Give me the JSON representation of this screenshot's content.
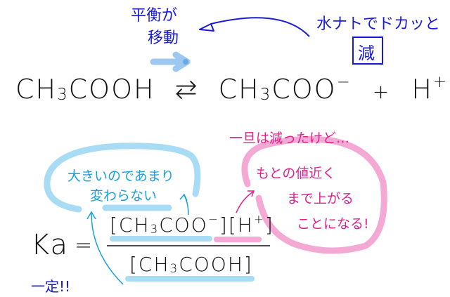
{
  "colors": {
    "ink_black": "#111111",
    "ink_blue": "#1a1ad6",
    "ink_cyan": "#1aa0dc",
    "ink_pink": "#e0208c",
    "highlight_light_blue": "#a8dcf5",
    "highlight_pink": "#f4a8d4",
    "arrow_light_blue": "#9cc8f2"
  },
  "top_notes": {
    "shift_label_line1": "平衡が",
    "shift_label_line2": "移動",
    "naoh_note": "水ナトでドカッと",
    "decrease_boxed": "減"
  },
  "equation": {
    "reactant_pre": "CH",
    "reactant_sub": "3",
    "reactant_post": "COOH",
    "arrow": "⇄",
    "product1_pre": "CH",
    "product1_sub": "3",
    "product1_post": "COO",
    "product1_charge": "−",
    "plus": "+",
    "product2": "H",
    "product2_charge": "+"
  },
  "cyan_bubble": {
    "line1": "大きいのであまり",
    "line2": "変わらない"
  },
  "pink_bubble": {
    "header": "一旦は減ったけど…",
    "line1": "もとの値近く",
    "line2": "まで上がる",
    "line3": "ことになる!"
  },
  "ka_formula": {
    "ka_label": "Ka",
    "equals": "=",
    "num_part1_pre": "[CH",
    "num_part1_sub": "3",
    "num_part1_post": "COO",
    "num_part1_charge": "−",
    "num_part1_close": "]",
    "num_part2_pre": "[H",
    "num_part2_charge": "+",
    "num_part2_close": "]",
    "den_pre": "[CH",
    "den_sub": "3",
    "den_post": "COOH]",
    "constant_note": "一定!!"
  }
}
